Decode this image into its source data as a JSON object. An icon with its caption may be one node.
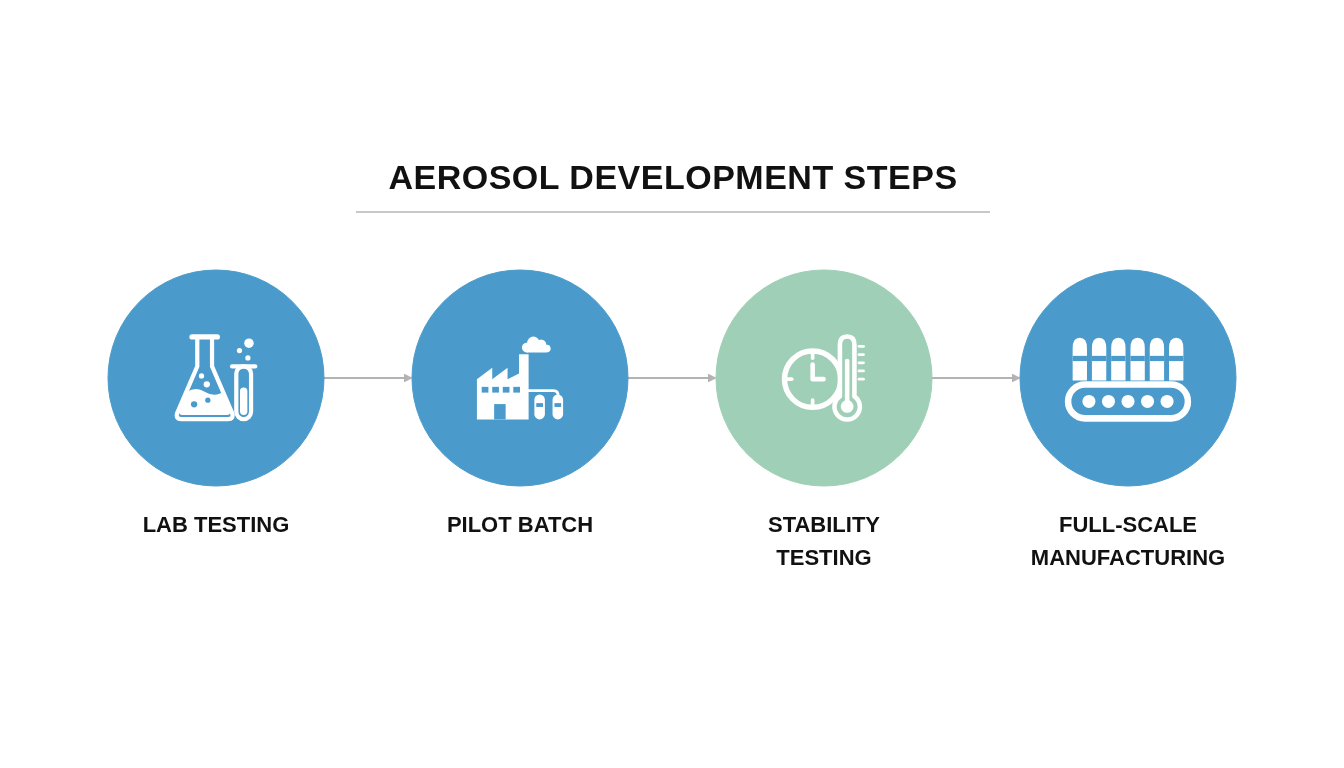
{
  "diagram": {
    "title": "AEROSOL DEVELOPMENT STEPS",
    "nodes": [
      {
        "text": [
          "LAB TESTING"
        ]
      },
      {
        "text": [
          "PILOT BATCH"
        ]
      },
      {
        "text": [
          "STABILITY TESTING"
        ]
      },
      {
        "text": [
          "FULL-SCALE MANUFACTURING"
        ]
      }
    ],
    "edges": [
      {
        "from": 0,
        "to": 1,
        "arrow": "to"
      },
      {
        "from": 1,
        "to": 2,
        "arrow": "to"
      },
      {
        "from": 2,
        "to": 3,
        "arrow": "to"
      }
    ]
  }
}
